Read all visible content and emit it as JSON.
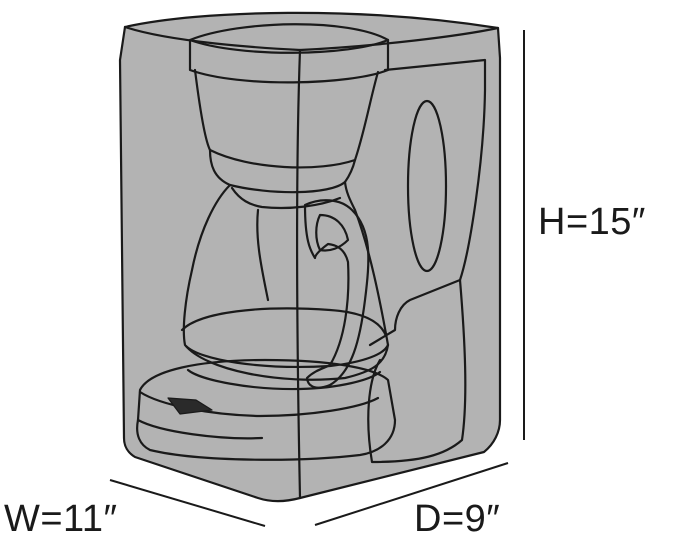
{
  "diagram": {
    "subject": "coffee-maker-cover",
    "colors": {
      "cover_fill": "#b3b3b3",
      "outline": "#1a1a1a",
      "background": "#ffffff"
    },
    "dimensions": {
      "height": "H=15″",
      "width": "W=11″",
      "depth": "D=9″"
    }
  }
}
